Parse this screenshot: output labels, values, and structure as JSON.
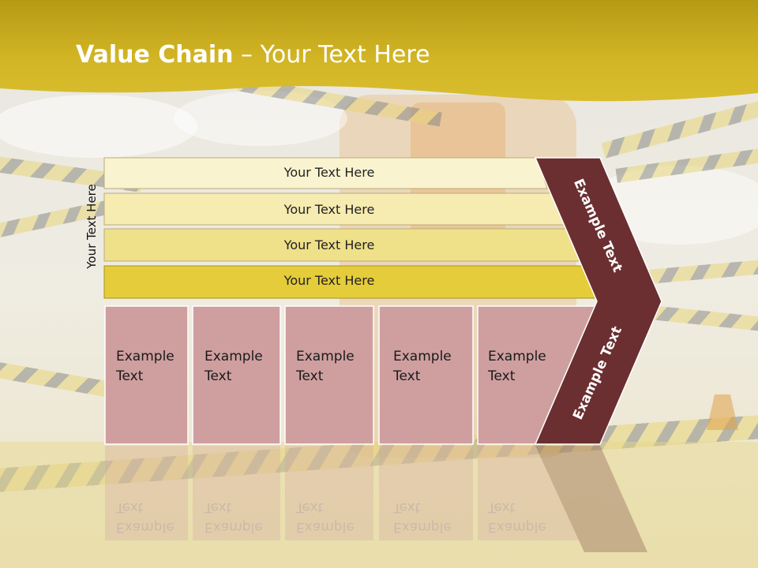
{
  "slide": {
    "title_bold": "Value Chain",
    "title_rest": " – Your Text Here",
    "side_label": "Your Text Here",
    "bars": [
      {
        "label": "Your Text Here",
        "color": "#faf3cf"
      },
      {
        "label": "Your Text Here",
        "color": "#f6ebb0"
      },
      {
        "label": "Your Text Here",
        "color": "#efe08a"
      },
      {
        "label": "Your Text Here",
        "color": "#e5cc3a"
      }
    ],
    "columns": [
      {
        "label": "Example\nText"
      },
      {
        "label": "Example\nText"
      },
      {
        "label": "Example\nText"
      },
      {
        "label": "Example\nText"
      },
      {
        "label": "Example\nText"
      }
    ],
    "chevron_top_label": "Example Text",
    "chevron_bottom_label": "Example Text",
    "colors": {
      "header_gold": "#c9ad1c",
      "column_fill": "#cf9fa0",
      "chevron_fill": "#6b2f31"
    }
  }
}
